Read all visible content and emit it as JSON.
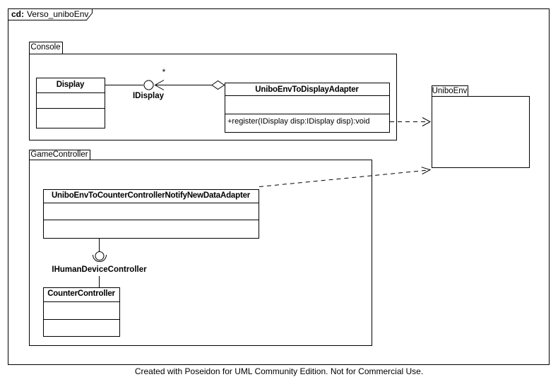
{
  "frame": {
    "keyword": "cd:",
    "name": "Verso_uniboEnv"
  },
  "packages": {
    "console": "Console",
    "gameController": "GameController",
    "uniboEnv": "UniboEnv"
  },
  "classes": {
    "display": {
      "title": "Display"
    },
    "displayAdapter": {
      "title": "UniboEnvToDisplayAdapter",
      "operation": "+register(IDisplay disp:IDisplay disp):void"
    },
    "counterAdapter": {
      "title": "UniboEnvToCounterControllerNotifyNewDataAdapter"
    },
    "counterController": {
      "title": "CounterController"
    }
  },
  "interfaces": {
    "display": {
      "label": "IDisplay",
      "multiplicity": "*"
    },
    "humanDevice": {
      "label": "IHumanDeviceController"
    }
  },
  "colors": {
    "stroke": "#000000",
    "background": "#ffffff"
  },
  "footer": "Created with Poseidon for UML Community Edition. Not for Commercial Use."
}
